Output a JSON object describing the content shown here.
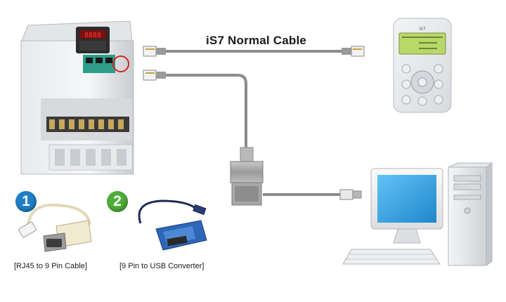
{
  "title": "iS7 Normal Cable",
  "items": [
    {
      "number": "1",
      "caption": "[RJ45 to 9 Pin Cable]"
    },
    {
      "number": "2",
      "caption": "[9 Pin to USB Converter]"
    }
  ],
  "keypad": {
    "brand": "iS7"
  },
  "colors": {
    "badge_1": "#1f7fc6",
    "badge_2": "#4fae3a",
    "cable": "#8c8c8c",
    "screen": "#2f9ee0"
  }
}
